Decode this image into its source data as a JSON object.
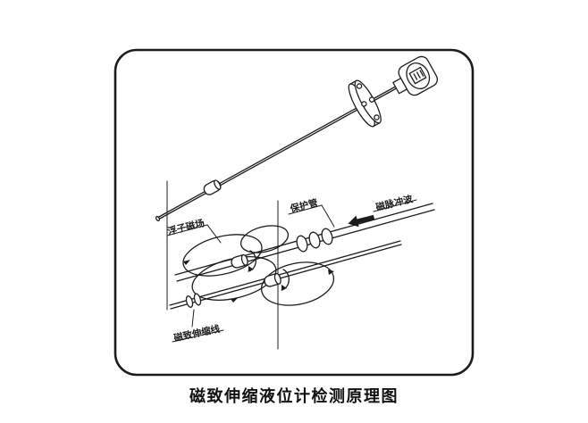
{
  "figure": {
    "caption": "磁致伸缩液位计检测原理图",
    "labels": {
      "float_field": "浮子磁场",
      "protective_tube": "保护管",
      "magnetic_pulse_wave": "磁脉冲波",
      "magnetostrictive_wire": "磁致伸缩线"
    },
    "colors": {
      "ink": "#1c1c1c",
      "background": "#ffffff"
    }
  }
}
